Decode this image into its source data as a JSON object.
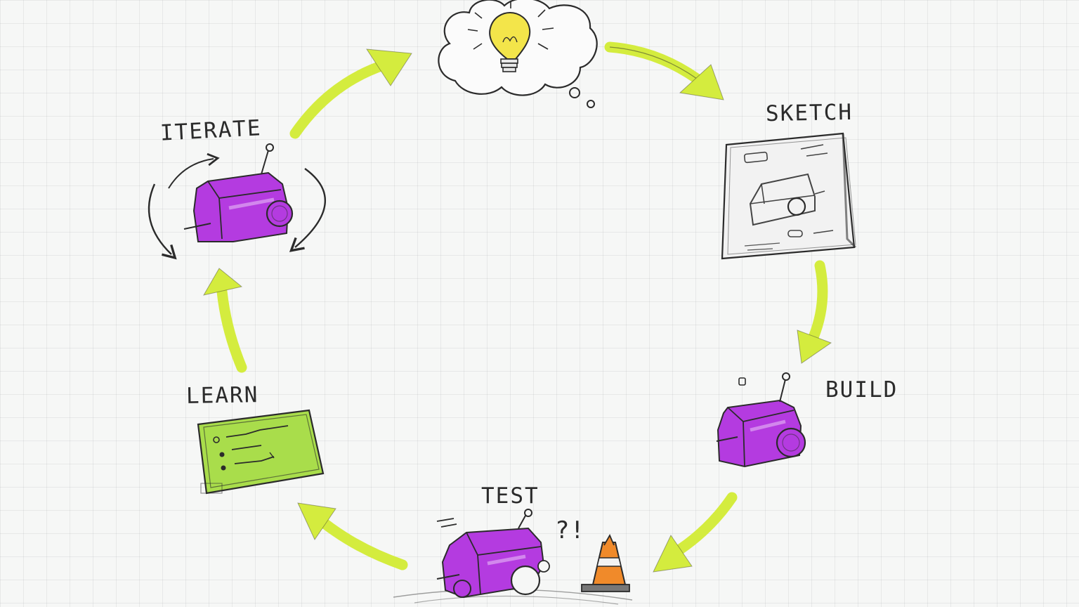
{
  "labels": {
    "iterate": "ITERATE",
    "sketch": "SKETCH",
    "build": "BUILD",
    "test": "TEST",
    "learn": "LEARN",
    "test_reaction": "?!"
  },
  "colors": {
    "arrow_green": "#d4ec3e",
    "robot_purple": "#b43be0",
    "screen_green": "#a9dd4b",
    "bulb_yellow": "#f3e54a",
    "cone_orange": "#f08a2a",
    "ink": "#2b2b2b"
  },
  "icons": {
    "idea": "lightbulb-thought-cloud-icon",
    "sketch": "blueprint-sketch-icon",
    "build": "robot-icon",
    "test": "robot-and-traffic-cone-icon",
    "learn": "notes-screen-icon",
    "iterate": "robot-with-cycle-arrows-icon"
  }
}
